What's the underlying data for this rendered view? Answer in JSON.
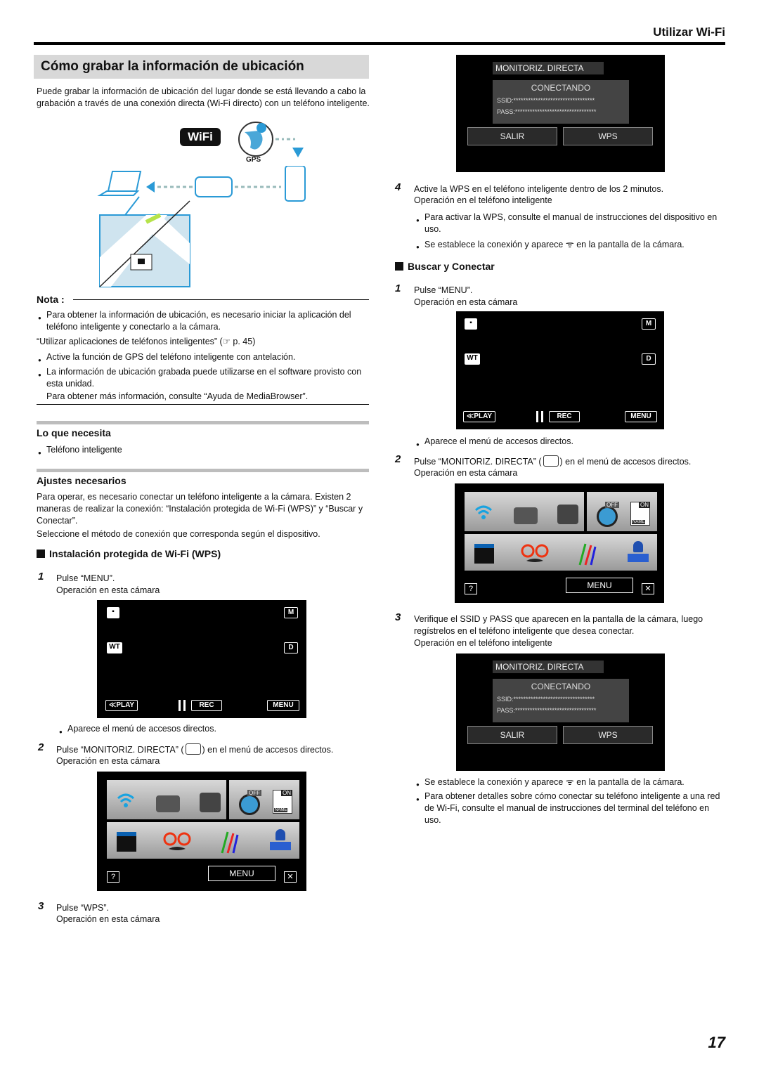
{
  "header": {
    "section": "Utilizar Wi-Fi"
  },
  "title": "Cómo grabar la información de ubicación",
  "intro": "Puede grabar la información de ubicación del lugar donde se está llevando a cabo la grabación a través de una conexión directa (Wi-Fi directo) con un teléfono inteligente.",
  "illustration": {
    "wifi_logo": "WiFi",
    "gps_label": "GPS"
  },
  "note": {
    "label": "Nota :",
    "b1": "Para obtener la información de ubicación, es necesario iniciar la aplicación del teléfono inteligente y conectarlo a la cámara.",
    "b1_extra": "“Utilizar aplicaciones de teléfonos inteligentes” (☞ p. 45)",
    "b2": "Active la función de GPS del teléfono inteligente con antelación.",
    "b3": "La información de ubicación grabada puede utilizarse en el software provisto con esta unidad.",
    "b3_extra": "Para obtener más información, consulte “Ayuda de MediaBrowser”."
  },
  "need": {
    "title": "Lo que necesita",
    "b1": "Teléfono inteligente"
  },
  "settings": {
    "title": "Ajustes necesarios",
    "p1": "Para operar, es necesario conectar un teléfono inteligente a la cámara. Existen 2 maneras de realizar la conexión: “Instalación protegida de Wi-Fi (WPS)” y “Buscar y Conectar”.",
    "p2": "Seleccione el método de conexión que corresponda según el dispositivo."
  },
  "wps": {
    "title": "Instalación protegida de Wi-Fi (WPS)",
    "s1": "Pulse “MENU”.",
    "s1b": "Operación en esta cámara",
    "bul1": "Aparece el menú de accesos directos.",
    "s2a": "Pulse “MONITORIZ. DIRECTA” (",
    "s2b": ") en el menú de accesos directos.",
    "s2c": "Operación en esta cámara",
    "s3": "Pulse “WPS”.",
    "s3b": "Operación en esta cámara",
    "s4a": "Active la WPS en el teléfono inteligente dentro de los 2 minutos.",
    "s4b": "Operación en el teléfono inteligente",
    "bul4a": "Para activar la WPS, consulte el manual de instrucciones del dispositivo en uso.",
    "bul4b_a": "Se establece la conexión y aparece",
    "bul4b_b": "en la pantalla de la cámara."
  },
  "search": {
    "title": "Buscar y Conectar",
    "s1": "Pulse “MENU”.",
    "s1b": "Operación en esta cámara",
    "bul1": "Aparece el menú de accesos directos.",
    "s2a": "Pulse “MONITORIZ. DIRECTA” (",
    "s2b": ") en el menú de accesos directos.",
    "s2c": "Operación en esta cámara",
    "s3a": "Verifique el SSID y PASS que aparecen en la pantalla de la cámara, luego regístrelos en el teléfono inteligente que desea conectar.",
    "s3b": "Operación en el teléfono inteligente",
    "bul3a_a": "Se establece la conexión y aparece",
    "bul3a_b": "en la pantalla de la cámara.",
    "bul3b": "Para obtener detalles sobre cómo conectar su teléfono inteligente a una red de Wi-Fi, consulte el manual de instrucciones del terminal del teléfono en uso."
  },
  "camera_screen": {
    "m": "M",
    "wt": "WT",
    "d": "D",
    "play": "≪PLAY",
    "rec": "REC",
    "menu": "MENU"
  },
  "monitor_screen": {
    "title": "MONITORIZ. DIRECTA",
    "connecting": "CONECTANDO",
    "ssid": "SSID:*********************************",
    "pass": "PASS:*********************************",
    "salir": "SALIR",
    "wps": "WPS"
  },
  "menu_screen": {
    "help": "?",
    "menu": "MENU",
    "close": "✕",
    "off": "OFF",
    "on": "ON",
    "name": "NAME"
  },
  "step_numbers": {
    "n1": "1",
    "n2": "2",
    "n3": "3",
    "n4": "4"
  },
  "page_number": "17"
}
